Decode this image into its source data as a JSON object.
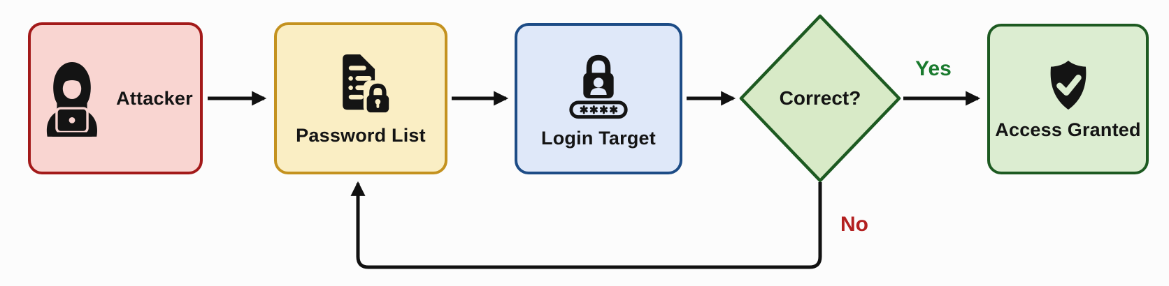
{
  "diagram": {
    "type": "flowchart",
    "direction": "left-to-right",
    "background": "#fcfcfc",
    "arrow_color": "#111111",
    "text_color": "#141414",
    "nodes": [
      {
        "id": "attacker",
        "shape": "rounded-box",
        "label": "Attacker",
        "icon": "hacker-laptop-icon",
        "fill": "#f9d5d1",
        "border": "#a31a1a"
      },
      {
        "id": "password-list",
        "shape": "rounded-box",
        "label": "Password List",
        "icon": "document-lock-icon",
        "fill": "#faeec4",
        "border": "#c4921f"
      },
      {
        "id": "login-target",
        "shape": "rounded-box",
        "label": "Login Target",
        "icon": "lock-password-icon",
        "fill": "#dfe8f9",
        "border": "#1d4c86"
      },
      {
        "id": "correct",
        "shape": "diamond",
        "label": "Correct?",
        "icon": "",
        "fill": "#d8eac7",
        "border": "#1d5a21"
      },
      {
        "id": "access-granted",
        "shape": "rounded-box",
        "label": "Access Granted",
        "icon": "shield-check-icon",
        "fill": "#dcedd1",
        "border": "#1d5a21"
      }
    ],
    "edges": [
      {
        "from": "attacker",
        "to": "password-list",
        "label": ""
      },
      {
        "from": "password-list",
        "to": "login-target",
        "label": ""
      },
      {
        "from": "login-target",
        "to": "correct",
        "label": ""
      },
      {
        "from": "correct",
        "to": "access-granted",
        "label": "Yes",
        "label_color": "#1a7a2e"
      },
      {
        "from": "correct",
        "to": "password-list",
        "label": "No",
        "label_color": "#b32020",
        "route": "down-left-up"
      }
    ]
  }
}
